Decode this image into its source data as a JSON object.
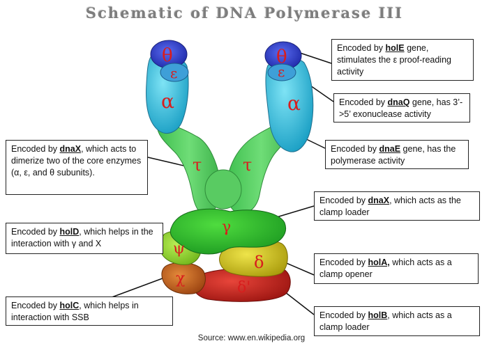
{
  "title": "Schematic of DNA Polymerase III",
  "source": "Source: www.en.wikipedia.org",
  "symbols": {
    "theta": "θ",
    "epsilon": "ε",
    "alpha": "α",
    "tau": "τ",
    "gamma": "γ",
    "psi": "ψ",
    "delta": "δ",
    "chi": "χ",
    "delta_prime": "δ'"
  },
  "callouts": {
    "holE": {
      "pre": "Encoded by ",
      "gene": "holE",
      "post": " gene, stimulates the ε proof-reading activity"
    },
    "dnaQ": {
      "pre": "Encoded by ",
      "gene": "dnaQ",
      "post": " gene, has 3’->5’ exonuclease activity"
    },
    "dnaE": {
      "pre": "Encoded by ",
      "gene": "dnaE",
      "post": " gene, has the polymerase activity"
    },
    "dnaX_tau": {
      "pre": "Encoded by ",
      "gene": "dnaX",
      "post": ", which acts to dimerize two of the core enzymes (α, ε, and θ subunits)."
    },
    "dnaX_gamma": {
      "pre": "Encoded by ",
      "gene": "dnaX",
      "post": ", which acts as the clamp loader"
    },
    "holD": {
      "pre": "Encoded by ",
      "gene": "holD",
      "post": ", which helps in the interaction with γ and X"
    },
    "holA": {
      "pre": "Encoded by ",
      "gene": "holA,",
      "post": " which acts as a clamp opener"
    },
    "holC": {
      "pre": "Encoded by ",
      "gene": "holC",
      "post": ", which helps in interaction with SSB"
    },
    "holB": {
      "pre": "Encoded by ",
      "gene": "holB",
      "post": ", which acts as a clamp loader"
    }
  },
  "colors": {
    "theta": "#2f3fc8",
    "alpha": "#2bbfe0",
    "tau": "#4fce5c",
    "gamma": "#2fb82f",
    "psi": "#9adb35",
    "delta": "#d6c419",
    "chi": "#c9661f",
    "delta_prime": "#c8261f"
  }
}
